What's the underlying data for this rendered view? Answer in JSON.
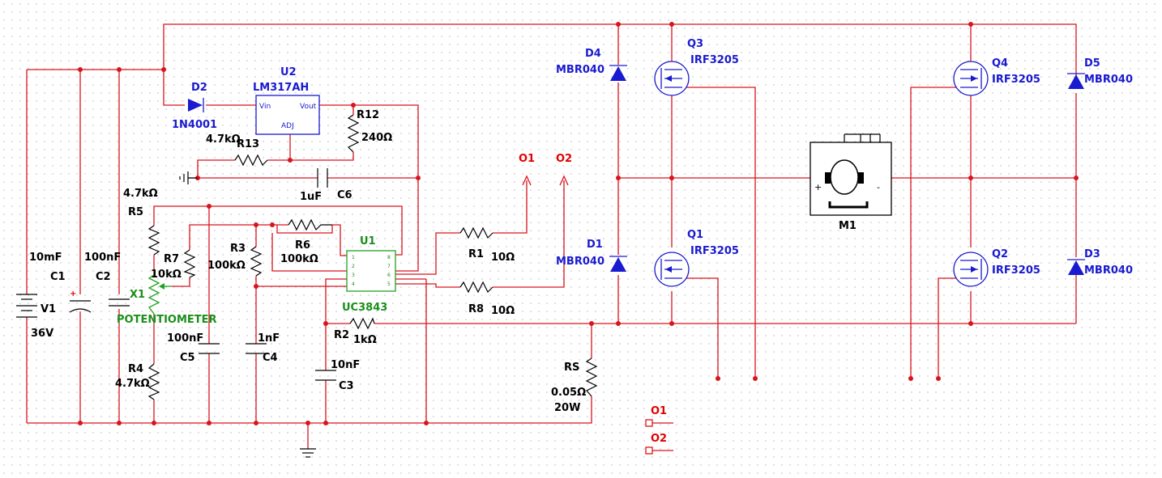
{
  "components": {
    "V1": {
      "ref": "V1",
      "value": "36V"
    },
    "C1": {
      "ref": "C1",
      "value": "10mF"
    },
    "C2": {
      "ref": "C2",
      "value": "100nF"
    },
    "D2": {
      "ref": "D2",
      "value": "1N4001"
    },
    "U2": {
      "ref": "U2",
      "value": "LM317AH",
      "pins": [
        "Vin",
        "Vout",
        "ADJ"
      ]
    },
    "R12": {
      "ref": "R12",
      "value": "240Ω"
    },
    "R13": {
      "ref": "R13",
      "value": "4.7kΩ"
    },
    "C6": {
      "ref": "C6",
      "value": "1uF"
    },
    "R5": {
      "ref": "R5",
      "value": "4.7kΩ"
    },
    "R7": {
      "ref": "R7",
      "value": "10kΩ"
    },
    "X1": {
      "ref": "X1",
      "value": "POTENTIOMETER"
    },
    "R4": {
      "ref": "R4",
      "value": "4.7kΩ"
    },
    "C5": {
      "ref": "C5",
      "value": "100nF"
    },
    "R3": {
      "ref": "R3",
      "value": "100kΩ"
    },
    "C4": {
      "ref": "C4",
      "value": "1nF"
    },
    "R6": {
      "ref": "R6",
      "value": "100kΩ"
    },
    "U1": {
      "ref": "U1",
      "value": "UC3843",
      "pins_left": [
        "1",
        "2",
        "3",
        "4"
      ],
      "pins_right": [
        "8",
        "7",
        "6",
        "5"
      ]
    },
    "R2": {
      "ref": "R2",
      "value": "1kΩ"
    },
    "C3": {
      "ref": "C3",
      "value": "10nF"
    },
    "R1": {
      "ref": "R1",
      "value": "10Ω"
    },
    "R8": {
      "ref": "R8",
      "value": "10Ω"
    },
    "RS": {
      "ref": "RS",
      "value": "0.05Ω",
      "power": "20W"
    },
    "D4": {
      "ref": "D4",
      "value": "MBR040"
    },
    "D1": {
      "ref": "D1",
      "value": "MBR040"
    },
    "Q3": {
      "ref": "Q3",
      "value": "IRF3205"
    },
    "Q1": {
      "ref": "Q1",
      "value": "IRF3205"
    },
    "Q4": {
      "ref": "Q4",
      "value": "IRF3205"
    },
    "Q2": {
      "ref": "Q2",
      "value": "IRF3205"
    },
    "D5": {
      "ref": "D5",
      "value": "MBR040"
    },
    "D3": {
      "ref": "D3",
      "value": "MBR040"
    },
    "M1": {
      "ref": "M1",
      "plus": "+",
      "minus": "-"
    }
  },
  "connectors": {
    "o1": "O1",
    "o2": "O2"
  },
  "colors": {
    "wire": "#d9141e",
    "part": "#000000",
    "active": "#1a1ad0",
    "ic": "#1a8f1a",
    "connector": "#e00000"
  }
}
